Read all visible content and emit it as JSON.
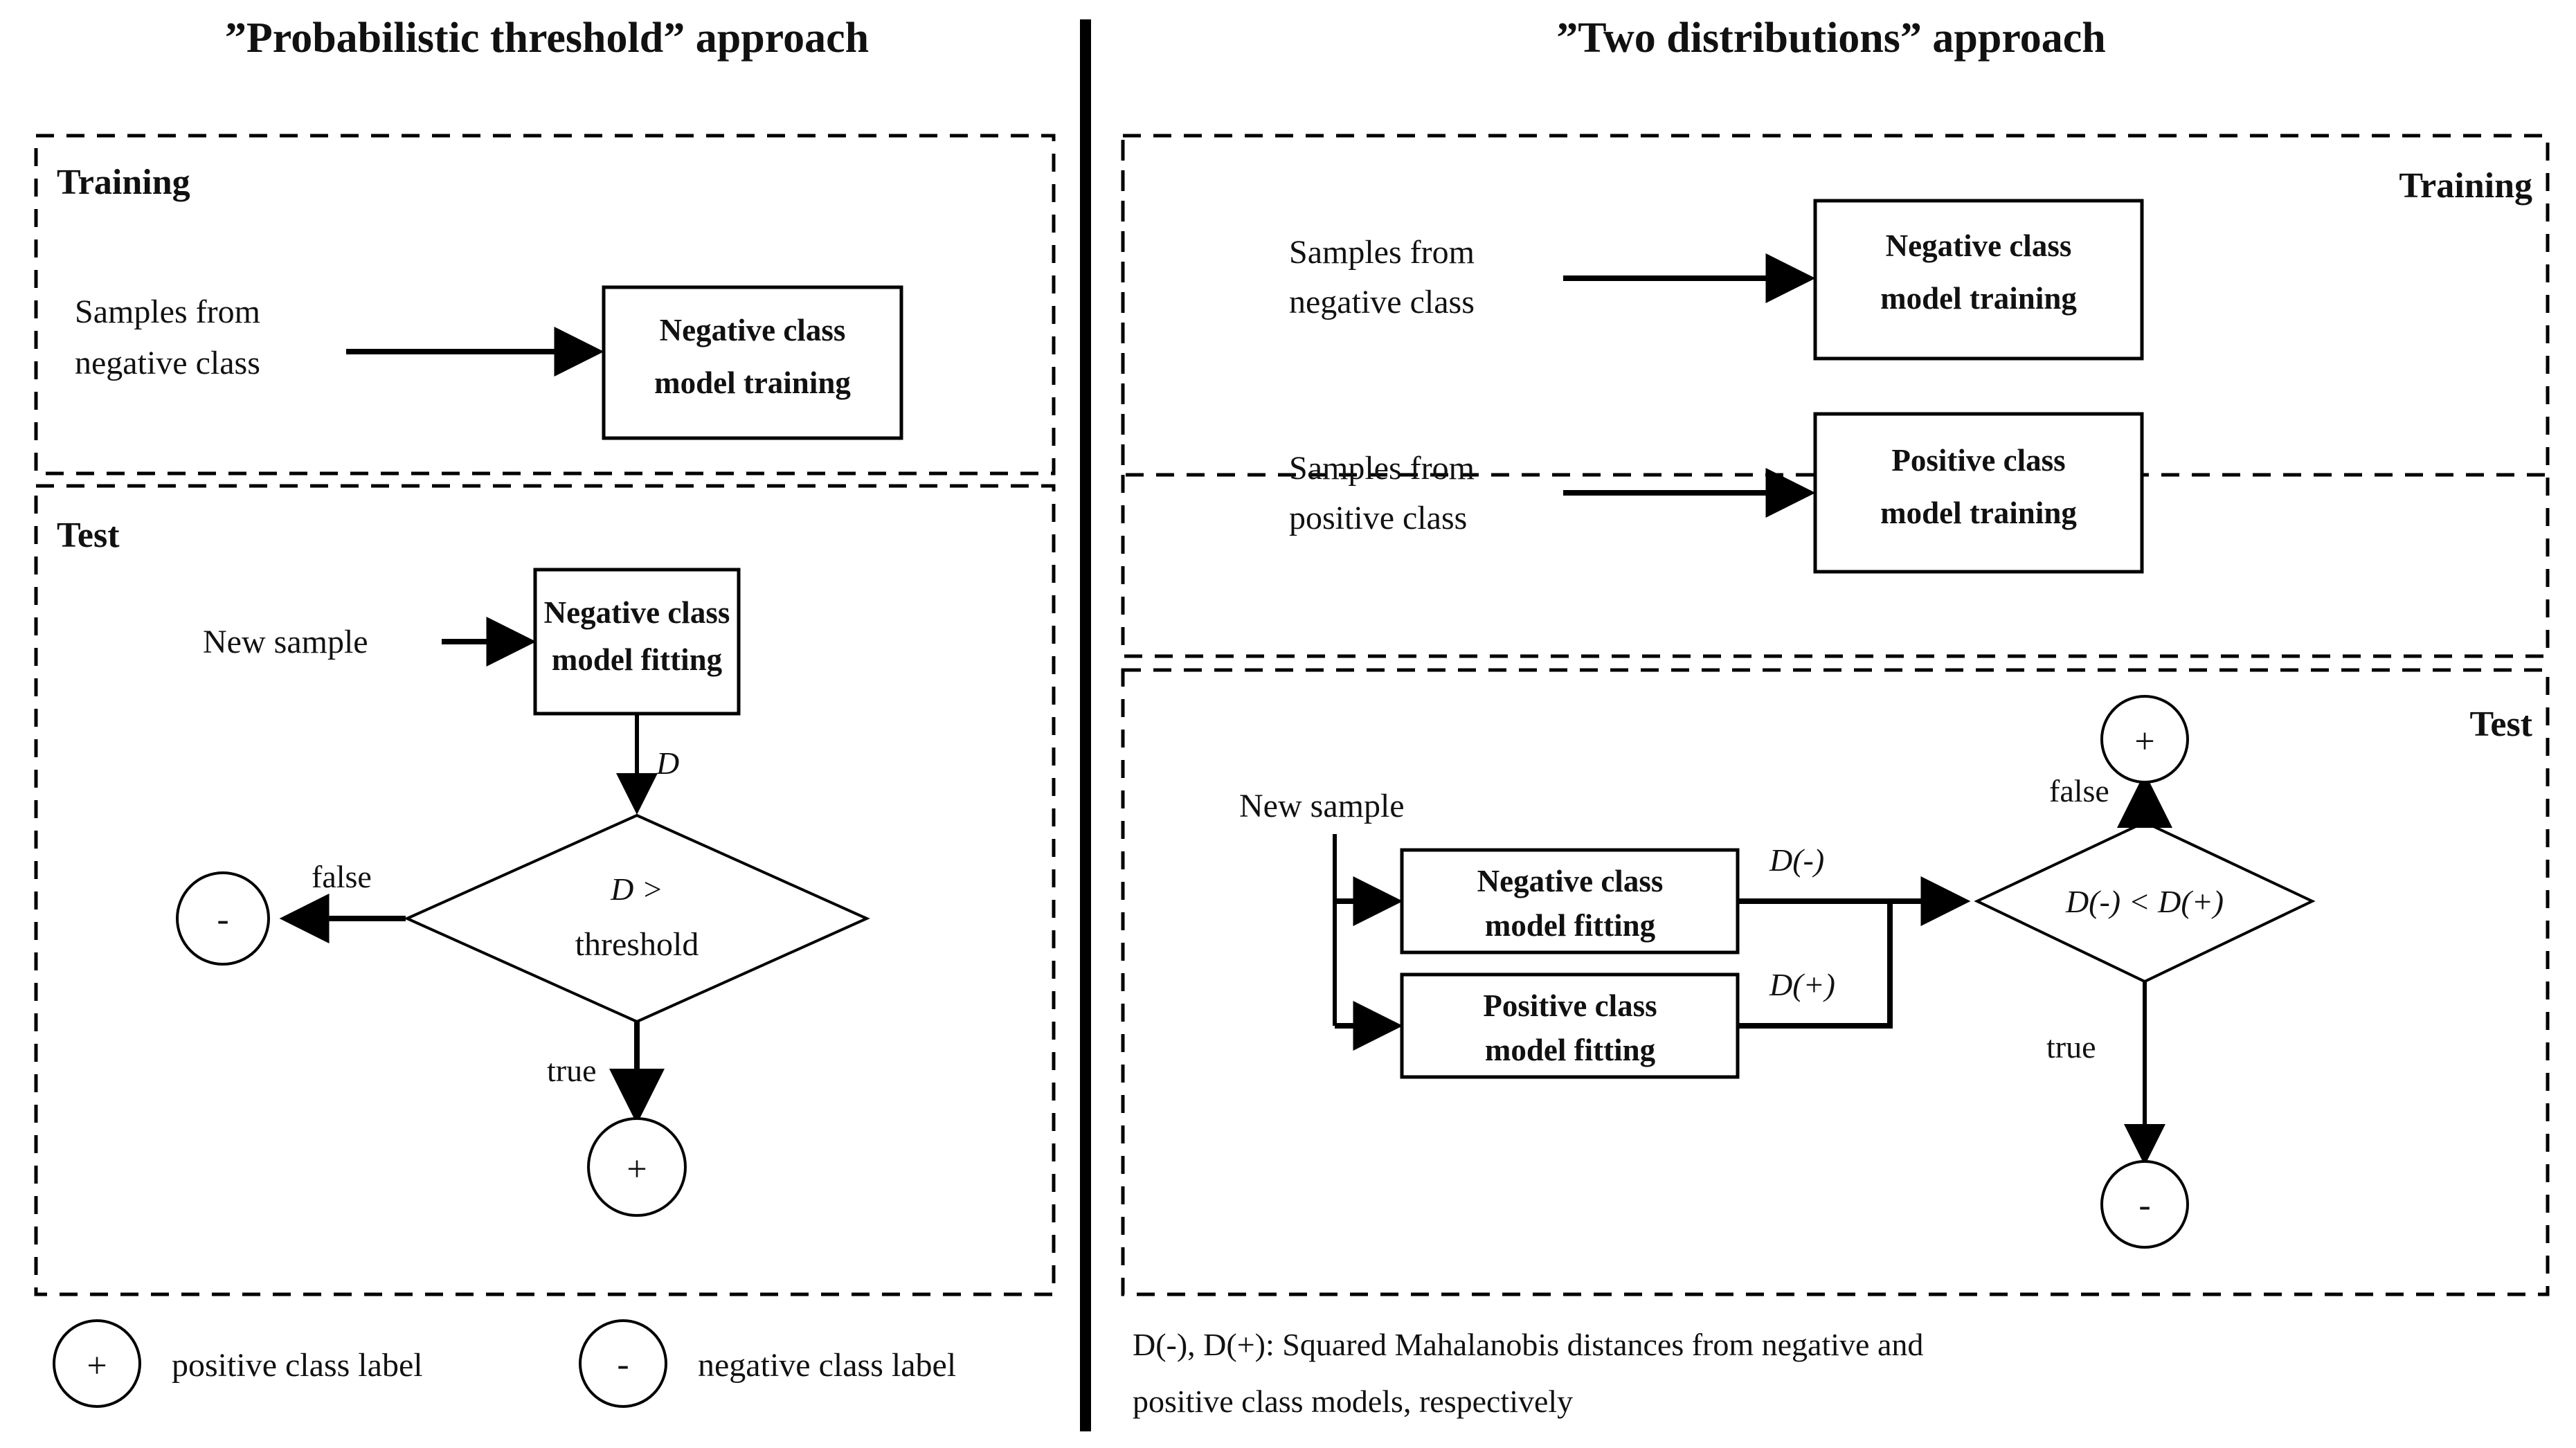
{
  "figure": {
    "left_panel": {
      "title": "”Probabilistic threshold” approach",
      "training": {
        "section_label": "Training",
        "source_label": "Samples from\nnegative class",
        "source_line1": "Samples from",
        "source_line2": "negative class",
        "box_line1": "Negative class",
        "box_line2": "model training"
      },
      "test": {
        "section_label": "Test",
        "input_label": "New sample",
        "box_line1": "Negative class",
        "box_line2": "model fitting",
        "edge_label": "D",
        "decision_line1": "D >",
        "decision_line2": "threshold",
        "branch_false": "false",
        "branch_true": "true",
        "false_outcome": "-",
        "true_outcome": "+"
      },
      "legend": [
        {
          "symbol": "+",
          "text": "positive class label"
        },
        {
          "symbol": "-",
          "text": "negative class label"
        }
      ]
    },
    "right_panel": {
      "title": "”Two distributions” approach",
      "training": {
        "section_label": "Training",
        "source1_line1": "Samples from",
        "source1_line2": "negative class",
        "box1_line1": "Negative class",
        "box1_line2": "model training",
        "source2_line1": "Samples from",
        "source2_line2": "positive class",
        "box2_line1": "Positive class",
        "box2_line2": "model training"
      },
      "test": {
        "section_label": "Test",
        "input_label": "New sample",
        "box1_line1": "Negative class",
        "box1_line2": "model fitting",
        "box2_line1": "Positive class",
        "box2_line2": "model fitting",
        "edge_label_neg": "D(-)",
        "edge_label_pos": "D(+)",
        "decision_text": "D(-) < D(+)",
        "branch_false": "false",
        "branch_true": "true",
        "false_outcome": "+",
        "true_outcome": "-"
      },
      "caption_line1": "D(-), D(+): Squared Mahalanobis distances from negative and",
      "caption_line2": "positive class models, respectively",
      "caption_italic_prefix": "D(-), D(+)",
      "caption_rest1": ": Squared Mahalanobis distances from negative and",
      "caption_rest2": "positive class models, respectively"
    },
    "colors": {
      "ink": "#000000",
      "paper": "#ffffff"
    }
  }
}
